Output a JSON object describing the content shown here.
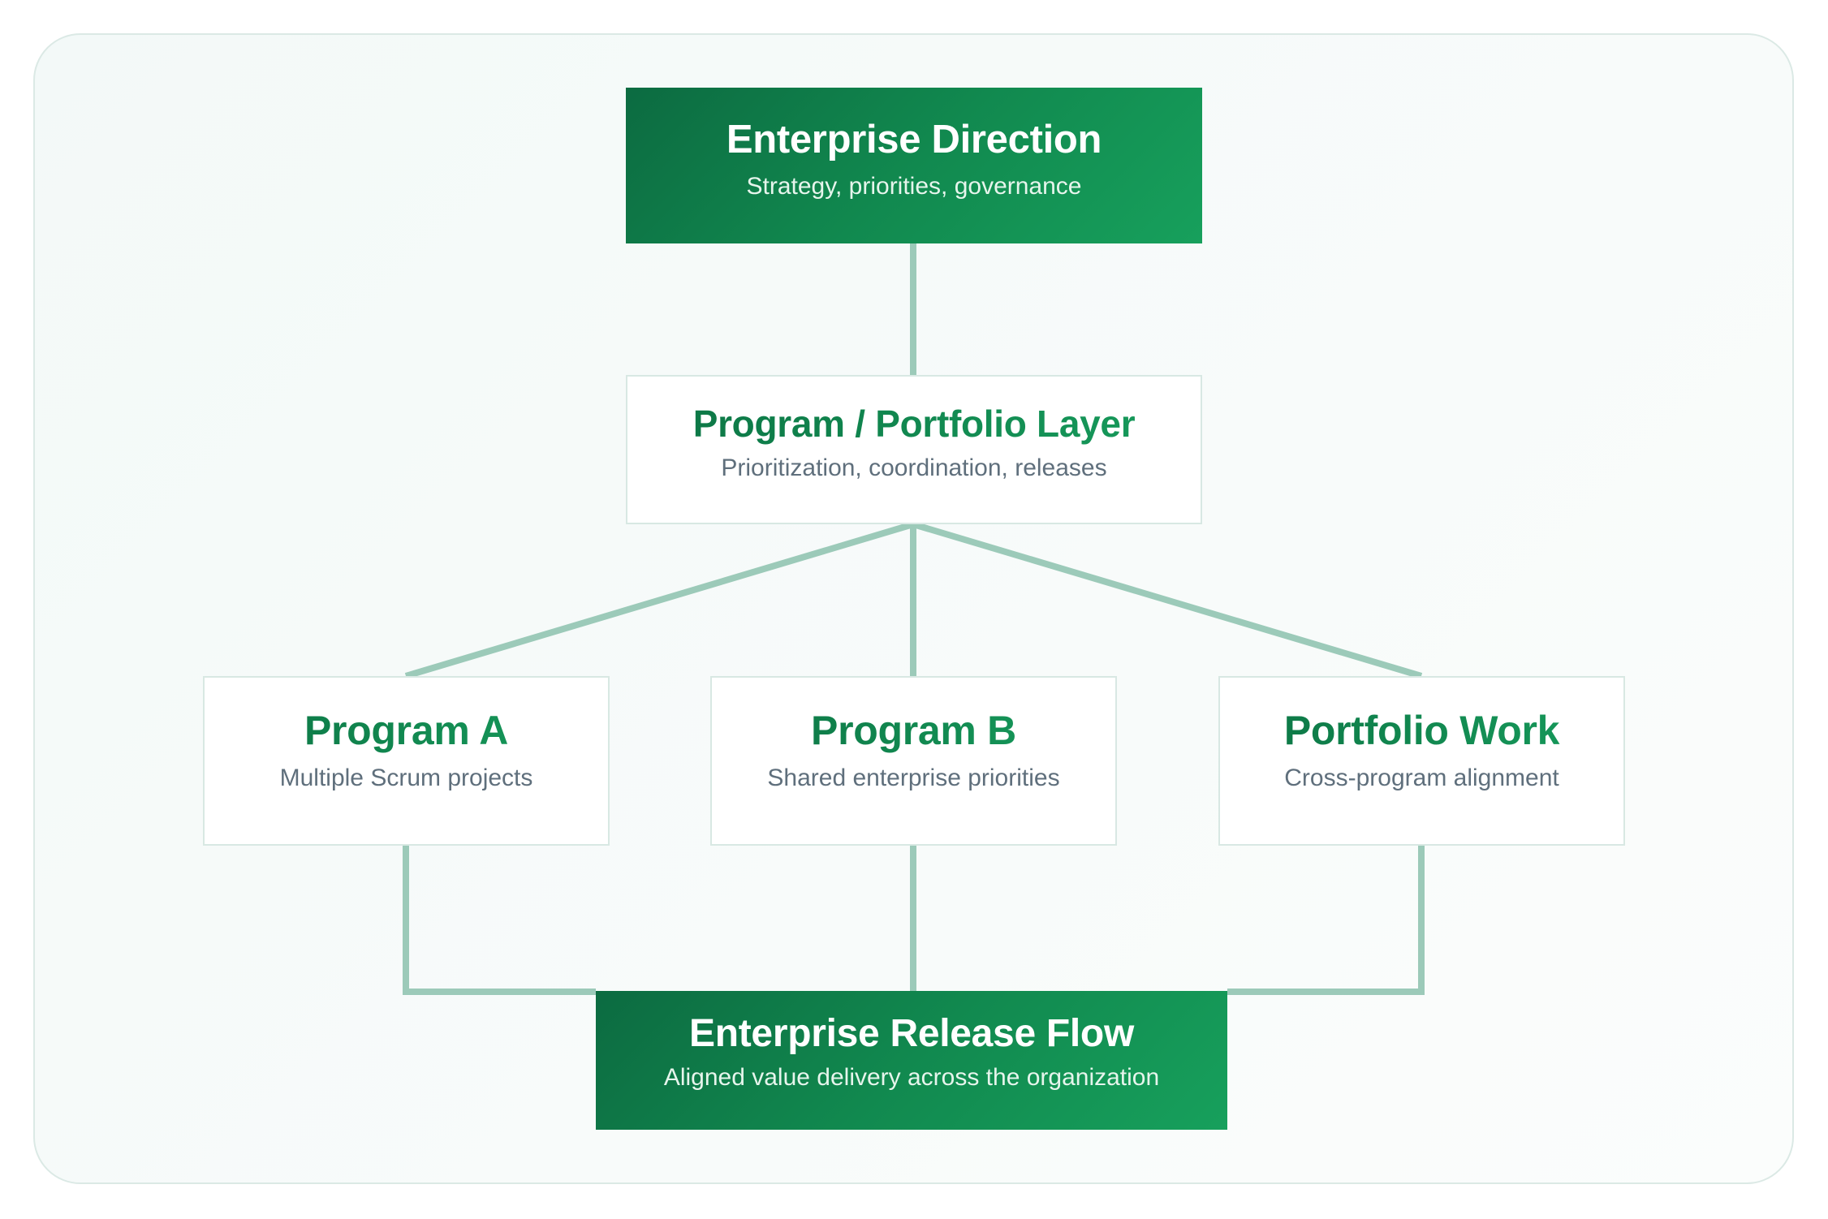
{
  "diagram": {
    "type": "hierarchy",
    "nodes": {
      "enterprise_direction": {
        "title": "Enterprise Direction",
        "subtitle": "Strategy, priorities, governance"
      },
      "program_portfolio_layer": {
        "title": "Program / Portfolio Layer",
        "subtitle": "Prioritization, coordination, releases"
      },
      "program_a": {
        "title": "Program A",
        "subtitle": "Multiple Scrum projects"
      },
      "program_b": {
        "title": "Program B",
        "subtitle": "Shared enterprise priorities"
      },
      "portfolio_work": {
        "title": "Portfolio Work",
        "subtitle": "Cross-program alignment"
      },
      "enterprise_release_flow": {
        "title": "Enterprise Release Flow",
        "subtitle": "Aligned value delivery across the organization"
      }
    },
    "edges": [
      {
        "from": "enterprise_direction",
        "to": "program_portfolio_layer"
      },
      {
        "from": "program_portfolio_layer",
        "to": "program_a"
      },
      {
        "from": "program_portfolio_layer",
        "to": "program_b"
      },
      {
        "from": "program_portfolio_layer",
        "to": "portfolio_work"
      },
      {
        "from": "program_a",
        "to": "enterprise_release_flow"
      },
      {
        "from": "program_b",
        "to": "enterprise_release_flow"
      },
      {
        "from": "portfolio_work",
        "to": "enterprise_release_flow"
      }
    ],
    "colors": {
      "primary_green_dark": "#0c6b41",
      "primary_green_light": "#17a05c",
      "connector": "#9ccab9",
      "node_border": "#d8e8e3",
      "subtitle_gray": "#5f6f7c"
    }
  }
}
